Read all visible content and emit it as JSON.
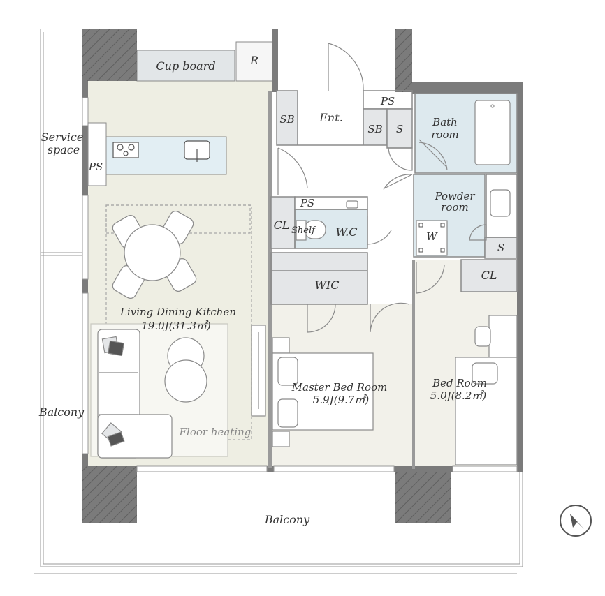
{
  "colors": {
    "wall": "#7b7b7b",
    "ldk_floor": "#eeeee3",
    "bedroom_floor": "#f2f1ea",
    "wet_area": "#dde9ee",
    "storage": "#e4e6e8",
    "line": "#8a8a8a",
    "furniture": "#ffffff"
  },
  "labels": {
    "cupboard": "Cup board",
    "fridge": "R",
    "ps_top": "PS",
    "sb_left": "SB",
    "entrance": "Ent.",
    "sb_right": "SB",
    "s_small": "S",
    "bath_line1": "Bath",
    "bath_line2": "room",
    "service_line1": "Service",
    "service_line2": "space",
    "ps_left": "PS",
    "ps_wc": "PS",
    "powder_line1": "Powder",
    "powder_line2": "room",
    "cl_left": "CL",
    "shelf": "Shelf",
    "wc": "W.C",
    "w_machine": "W",
    "s_powder": "S",
    "wic": "WIC",
    "cl_right": "CL",
    "ldk_name": "Living Dining Kitchen",
    "ldk_size": "19.0J(31.3㎡)",
    "master_name": "Master Bed Room",
    "master_size": "5.9J(9.7㎡)",
    "bed_name": "Bed Room",
    "bed_size": "5.0J(8.2㎡)",
    "balcony_side": "Balcony",
    "floor_heating": "Floor heating",
    "balcony_bottom": "Balcony"
  },
  "icons": {
    "compass": "north-arrow-icon",
    "stove": "stove-icon",
    "sink": "sink-icon"
  }
}
